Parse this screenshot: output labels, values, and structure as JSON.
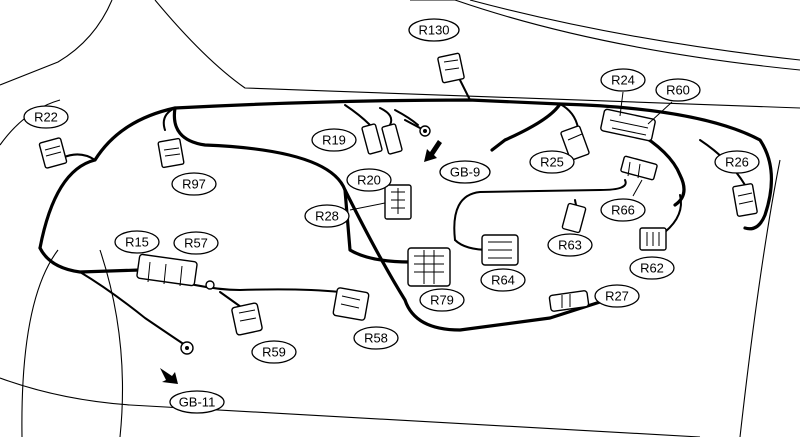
{
  "labels": {
    "r22": "R22",
    "r97": "R97",
    "r130": "R130",
    "r19": "R19",
    "r20": "R20",
    "gb9": "GB-9",
    "r25": "R25",
    "r24": "R24",
    "r60": "R60",
    "r26": "R26",
    "r66": "R66",
    "r28": "R28",
    "r63": "R63",
    "r62": "R62",
    "r64": "R64",
    "r79": "R79",
    "r27": "R27",
    "r15": "R15",
    "r57": "R57",
    "r58": "R58",
    "r59": "R59",
    "gb11": "GB-11"
  }
}
